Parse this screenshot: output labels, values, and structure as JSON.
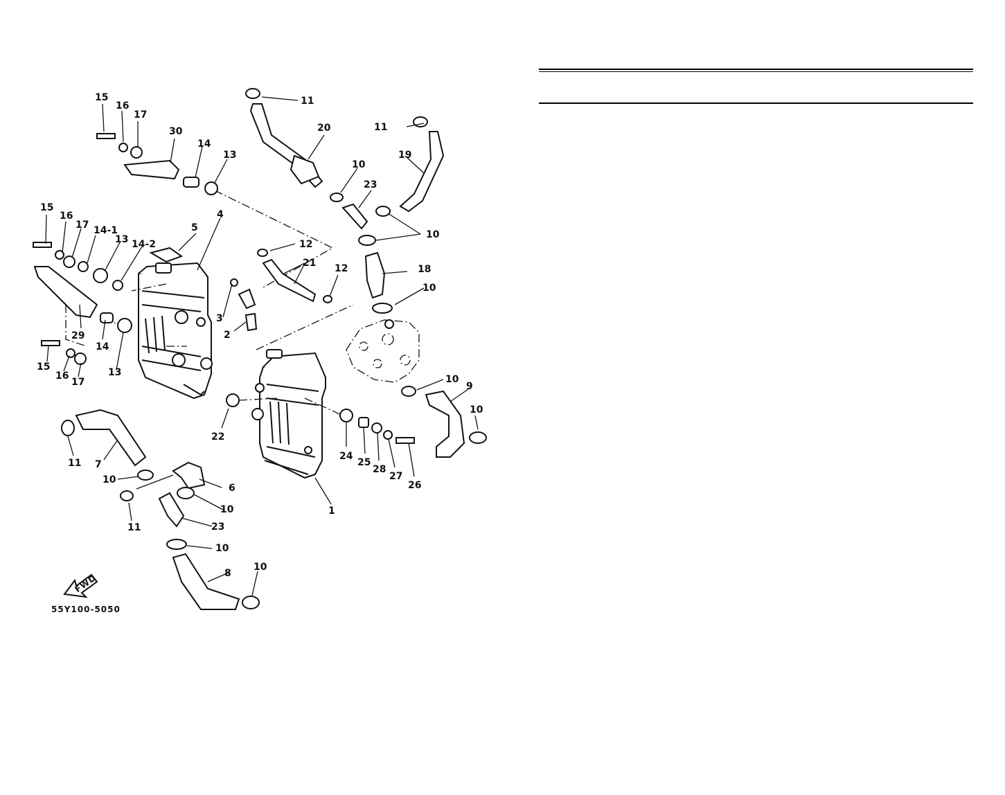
{
  "diagram_code": "55Y100-5050",
  "fwd_label": "FWD",
  "labels": {
    "l15a": "15",
    "l16a": "16",
    "l17a": "17",
    "l30": "30",
    "l14a": "14",
    "l13a": "13",
    "l11a": "11",
    "l20": "20",
    "l10a": "10",
    "l23a": "23",
    "l11b": "11",
    "l19": "19",
    "l10b": "10",
    "l15b": "15",
    "l16b": "16",
    "l17b": "17",
    "l14_1": "14-1",
    "l13b": "13",
    "l14_2": "14-2",
    "l5": "5",
    "l4": "4",
    "l12a": "12",
    "l21": "21",
    "l12b": "12",
    "l18": "18",
    "l10c": "10",
    "l3": "3",
    "l2": "2",
    "l29": "29",
    "l14b": "14",
    "l15c": "15",
    "l16c": "16",
    "l17c": "17",
    "l13c": "13",
    "l10d": "10",
    "l9": "9",
    "l10e": "10",
    "l22": "22",
    "l24": "24",
    "l25": "25",
    "l28": "28",
    "l27": "27",
    "l26": "26",
    "l1": "1",
    "l11c": "11",
    "l7": "7",
    "l10f": "10",
    "l6": "6",
    "l10g": "10",
    "l11d": "11",
    "l23b": "23",
    "l10h": "10",
    "l8": "8",
    "l10i": "10"
  }
}
